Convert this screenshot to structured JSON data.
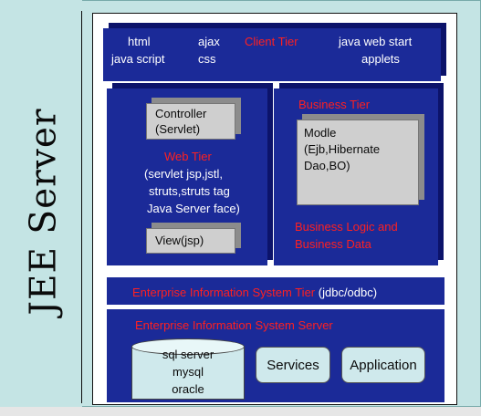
{
  "side_title": "JEE Server",
  "client_tier": {
    "title": "Client Tier",
    "left_items": [
      "html",
      "java script"
    ],
    "mid_items": [
      "ajax",
      "css"
    ],
    "right_items": [
      "java web start",
      "applets"
    ]
  },
  "web_tier": {
    "controller": [
      "Controller",
      "(Servlet)"
    ],
    "title": "Web Tier",
    "techs": [
      "(servlet jsp,jstl,",
      "struts,struts tag",
      "Java Server face)"
    ],
    "view": "View(jsp)"
  },
  "business_tier": {
    "title": "Business Tier",
    "model": [
      "Modle",
      "(Ejb,Hibernate",
      "Dao,BO)"
    ],
    "footer": [
      "Business Logic and",
      "Business Data"
    ]
  },
  "eis_tier": {
    "title": "Enterprise Information System Tier",
    "suffix": "(jdbc/odbc)"
  },
  "eis_server": {
    "title": "Enterprise Information System Server",
    "databases": [
      "sql server",
      "mysql",
      "oracle"
    ],
    "services": "Services",
    "application": "Application"
  }
}
